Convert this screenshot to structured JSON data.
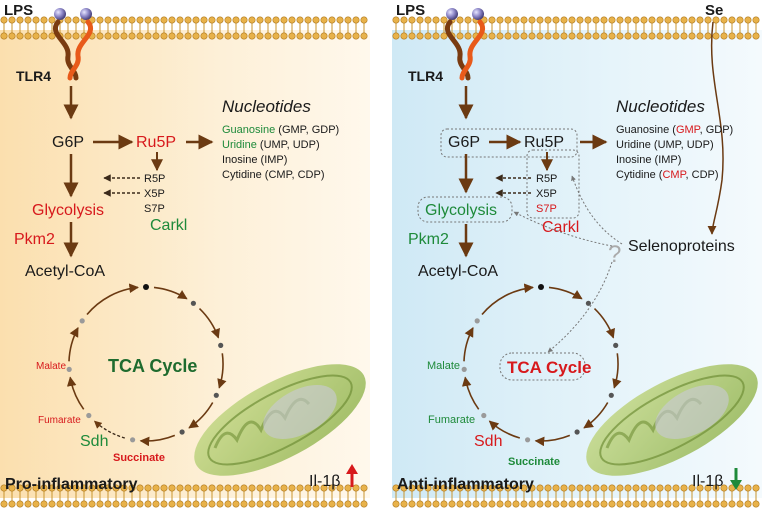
{
  "colors": {
    "brown": "#6b3a12",
    "red": "#d7191c",
    "green": "#1e8a3a",
    "dark": "#1a1a1a",
    "membrane_head": "#e0a33a",
    "left_bg": "#fbe3b8",
    "right_bg": "#d9eef7"
  },
  "left_panel": {
    "stimulus": "LPS",
    "receptor": "TLR4",
    "g6p": "G6P",
    "ru5p": "Ru5P",
    "nucleotides_title": "Nucleotides",
    "nucleotides": [
      {
        "name": "Guanosine",
        "detail_pre": " (GMP, GDP)",
        "highlight": "",
        "detail_post": ""
      },
      {
        "name": "Uridine",
        "detail_pre": " (UMP, UDP)",
        "highlight": "",
        "detail_post": ""
      },
      {
        "name": "Inosine",
        "detail_pre": " (IMP)",
        "highlight": "",
        "detail_post": ""
      },
      {
        "name": "Cytidine",
        "detail_pre": " (CMP, CDP)",
        "highlight": "",
        "detail_post": ""
      }
    ],
    "r5p": "R5P",
    "x5p": "X5P",
    "s7p": "S7P",
    "carkl": "Carkl",
    "glycolysis": "Glycolysis",
    "pkm2": "Pkm2",
    "acetyl_coa": "Acetyl-CoA",
    "tca": "TCA Cycle",
    "malate": "Malate",
    "fumarate": "Fumarate",
    "succinate": "Succinate",
    "sdh": "Sdh",
    "state": "Pro-inflammatory",
    "il1b": "Il-1β"
  },
  "right_panel": {
    "stimulus": "LPS",
    "selenium": "Se",
    "receptor": "TLR4",
    "g6p": "G6P",
    "ru5p": "Ru5P",
    "nucleotides_title": "Nucleotides",
    "nucleotides": [
      {
        "name": "Guanosine",
        "detail_pre": " (",
        "highlight": "GMP",
        "detail_post": ", GDP)"
      },
      {
        "name": "Uridine",
        "detail_pre": " (UMP, UDP)",
        "highlight": "",
        "detail_post": ""
      },
      {
        "name": "Inosine",
        "detail_pre": " (IMP)",
        "highlight": "",
        "detail_post": ""
      },
      {
        "name": "Cytidine",
        "detail_pre": " (",
        "highlight": "CMP",
        "detail_post": ", CDP)"
      }
    ],
    "r5p": "R5P",
    "x5p": "X5P",
    "s7p": "S7P",
    "carkl": "Carkl",
    "glycolysis": "Glycolysis",
    "pkm2": "Pkm2",
    "acetyl_coa": "Acetyl-CoA",
    "selenoproteins": "Selenoproteins",
    "question": "?",
    "tca": "TCA Cycle",
    "malate": "Malate",
    "fumarate": "Fumarate",
    "succinate": "Succinate",
    "sdh": "Sdh",
    "state": "Anti-inflammatory",
    "il1b": "Il-1β"
  }
}
